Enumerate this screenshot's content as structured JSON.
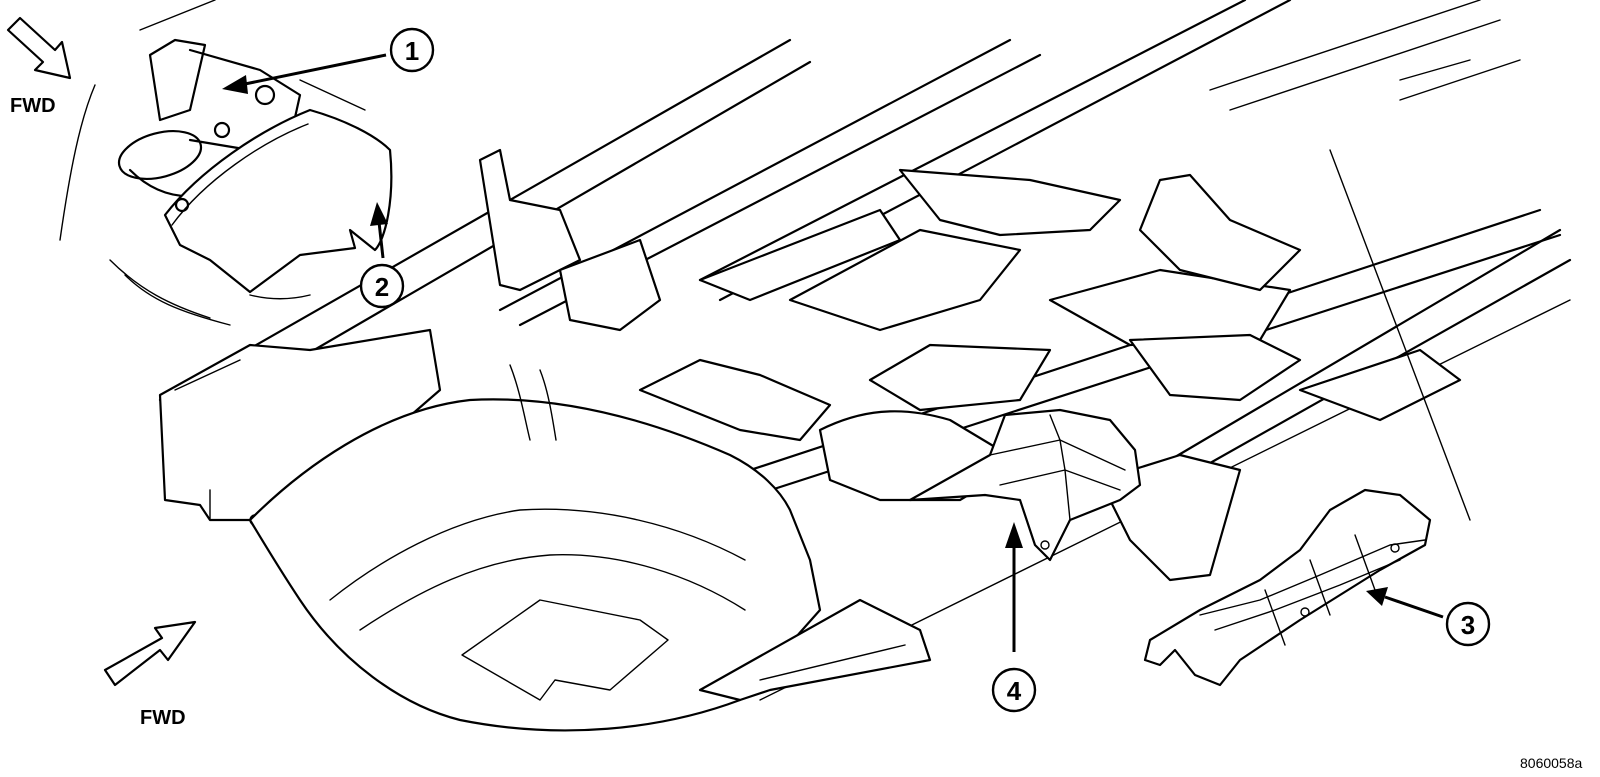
{
  "callouts": [
    {
      "label": "1"
    },
    {
      "label": "2"
    },
    {
      "label": "3"
    },
    {
      "label": "4"
    }
  ],
  "direction_labels": {
    "inset_fwd": "FWD",
    "main_fwd": "FWD"
  },
  "figure_id": "8060058a"
}
